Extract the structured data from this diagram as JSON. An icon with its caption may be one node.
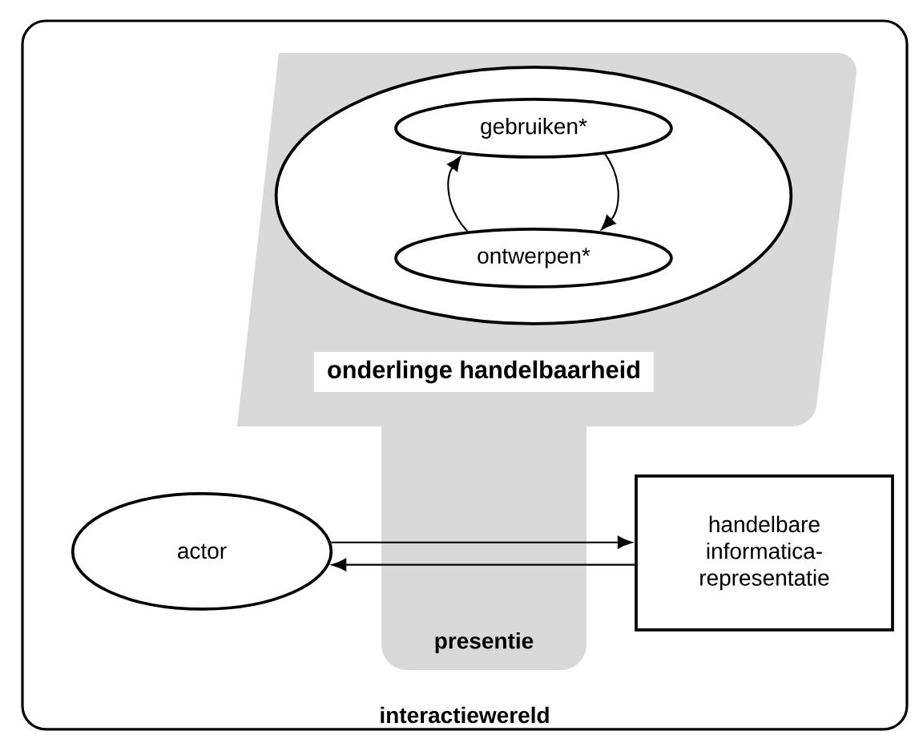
{
  "diagram": {
    "nodes": [
      {
        "text": [
          "interactiewereld"
        ]
      },
      {
        "text": [
          "onderlinge handelbaarheid"
        ],
        "in": 0
      },
      {
        "text": [],
        "shape": "ellipse",
        "in": 1
      },
      {
        "text": [
          "gebruiken*"
        ],
        "in": 2
      },
      {
        "text": [
          "ontwerpen*"
        ],
        "in": 2
      },
      {
        "text": [
          "presentie"
        ],
        "in": 0
      },
      {
        "text": [
          "actor"
        ],
        "in": 0
      },
      {
        "text": [
          "handelbare informatica-representatie"
        ],
        "in": 0
      }
    ],
    "edges": [
      {
        "from": 3,
        "to": 4,
        "arrow": "to"
      },
      {
        "from": 4,
        "to": 3,
        "arrow": "to"
      },
      {
        "from": 6,
        "to": 7,
        "arrow": "to"
      },
      {
        "from": 7,
        "to": 6,
        "arrow": "to"
      }
    ]
  }
}
